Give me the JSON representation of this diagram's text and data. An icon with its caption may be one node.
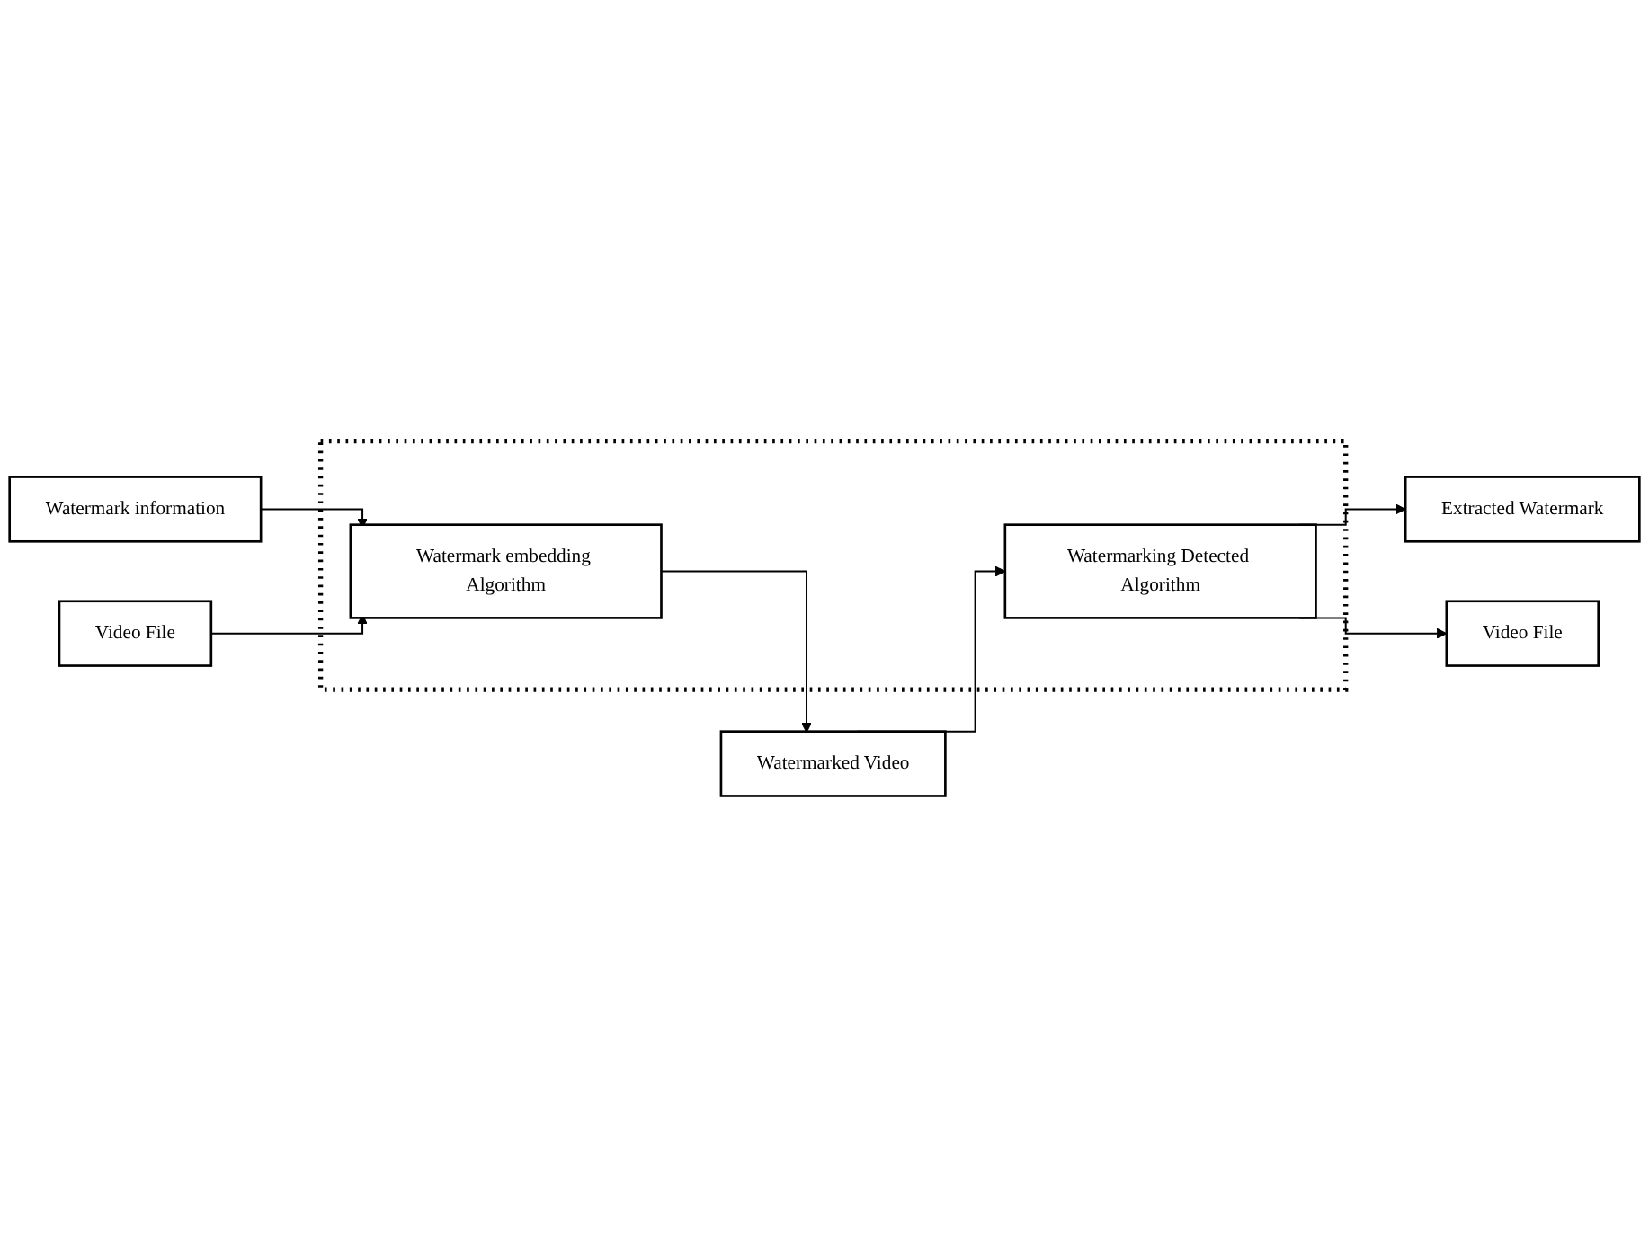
{
  "diagram": {
    "nodes": [
      {
        "text": [],
        "shape": "box"
      },
      {
        "text": [
          "Watermark information"
        ]
      },
      {
        "text": [
          "Video File"
        ]
      },
      {
        "text": [
          "Watermark embedding Algorithm"
        ],
        "in": 0
      },
      {
        "text": [
          "Watermarking Detected Algorithm"
        ],
        "in": 0
      },
      {
        "text": [
          "Watermarked Video"
        ]
      },
      {
        "text": [
          "Extracted Watermark"
        ]
      },
      {
        "text": [
          "Video File"
        ]
      }
    ],
    "edges": [
      {
        "from": 1,
        "to": 3,
        "arrow": "to"
      },
      {
        "from": 2,
        "to": 3,
        "arrow": "to"
      },
      {
        "from": 3,
        "to": 5,
        "arrow": "to"
      },
      {
        "from": 5,
        "to": 4,
        "arrow": "to"
      },
      {
        "from": 4,
        "to": 6,
        "arrow": "to"
      },
      {
        "from": 4,
        "to": 7,
        "arrow": "to"
      }
    ]
  }
}
